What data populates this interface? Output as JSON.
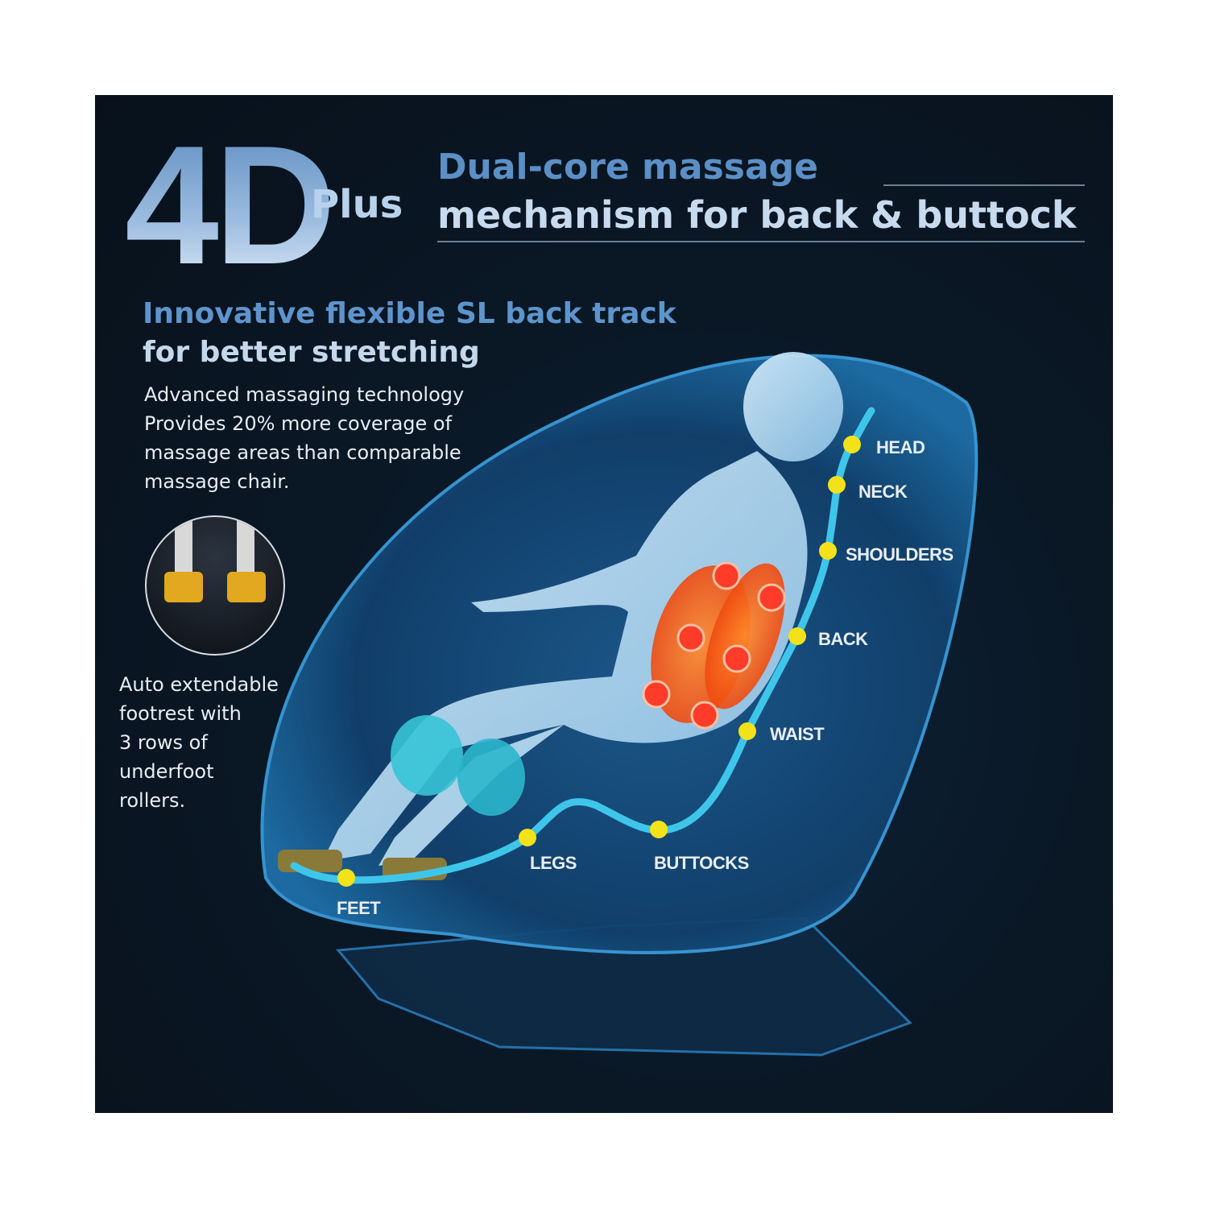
{
  "brand": {
    "main": "4D",
    "sub": "Plus"
  },
  "headline": {
    "line1": "Dual-core massage",
    "line2": "mechanism for back & buttock"
  },
  "subheadline": {
    "line1": "Innovative flexible SL back  track",
    "line2": "for better stretching"
  },
  "description": [
    "Advanced massaging technology",
    "Provides 20% more coverage of",
    "massage areas than comparable",
    "massage chair."
  ],
  "footrest": [
    "Auto extendable",
    "footrest with",
    "3 rows of",
    "underfoot",
    "rollers."
  ],
  "track_points": [
    {
      "label": "HEAD"
    },
    {
      "label": "NECK"
    },
    {
      "label": "SHOULDERS"
    },
    {
      "label": "BACK"
    },
    {
      "label": "WAIST"
    },
    {
      "label": "BUTTOCKS"
    },
    {
      "label": "LEGS"
    },
    {
      "label": "FEET"
    }
  ],
  "colors": {
    "track": "#3ec6ea",
    "point": "#f3e21a",
    "heat": "#ff6a1a",
    "accent": "#5b8fc6"
  }
}
